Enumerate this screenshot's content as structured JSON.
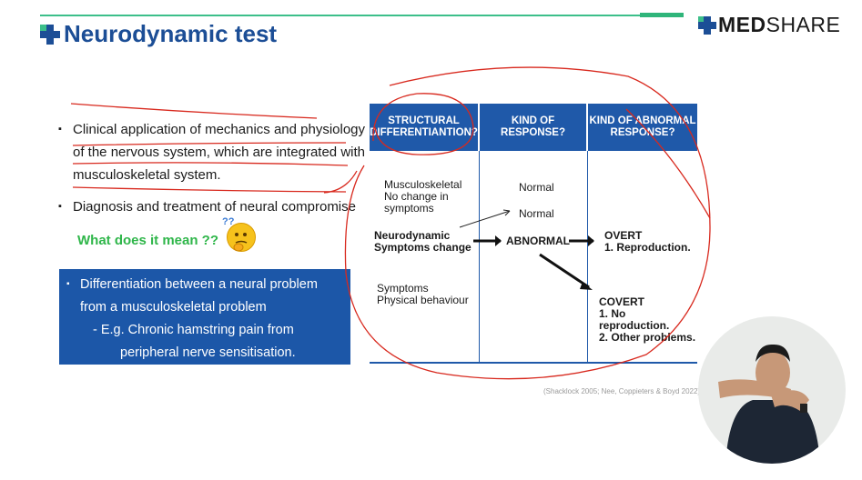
{
  "title": "Neurodynamic test",
  "brand": {
    "name_bold": "MED",
    "name_regular": "SHARE"
  },
  "colors": {
    "brand_blue": "#1c4e96",
    "accent_green": "#3cbf8a",
    "question_green": "#2fb64a",
    "box_blue": "#1c57a8",
    "annotation_red": "#d8291e"
  },
  "bullets": [
    "Clinical application of mechanics and physiology of the nervous system, which are integrated with musculoskeletal system.",
    "Diagnosis and treatment of neural compromise"
  ],
  "question": "What does it mean ??",
  "question_emoji": "thinking-face-icon",
  "question_emoji_marks": "??",
  "info_box": {
    "line1": "Differentiation between a neural problem",
    "line2": "from a musculoskeletal problem",
    "line3": "- E.g. Chronic hamstring pain from",
    "line4": "peripheral nerve sensitisation."
  },
  "table": {
    "headers": [
      "STRUCTURAL DIFFERENTIANTION?",
      "KIND OF RESPONSE?",
      "KIND OF ABNORMAL RESPONSE?"
    ],
    "row1": {
      "label1": "Musculoskeletal",
      "label2": "No change in",
      "label3": "symptoms",
      "response": "Normal"
    },
    "row2": {
      "label1": "Neurodynamic",
      "label2": "Symptoms change",
      "response_normal": "Normal",
      "response": "ABNORMAL"
    },
    "row3": {
      "label1": "Symptoms",
      "label2": "Physical behaviour"
    },
    "overt": {
      "title": "OVERT",
      "item": "1. Reproduction."
    },
    "covert": {
      "title": "COVERT",
      "item1": "1. No reproduction.",
      "item2": "2. Other problems."
    }
  },
  "citation": "(Shacklock 2005;  Nee, Coppieters & Boyd 2022)"
}
